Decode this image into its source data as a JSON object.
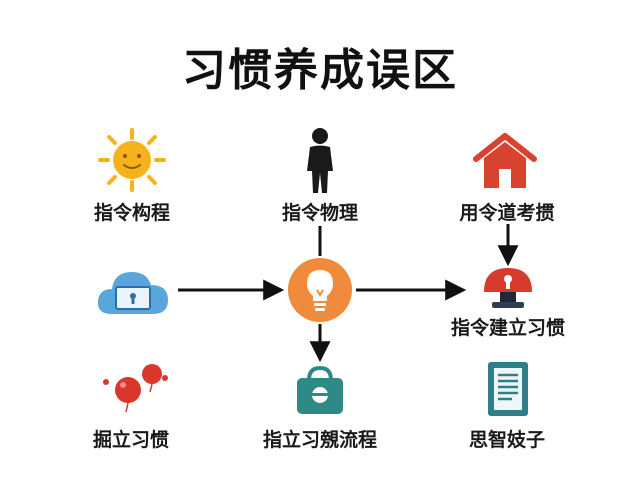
{
  "title": "习惯养成误区",
  "nodes": {
    "top_left": {
      "label": "指令构程",
      "icon": "sun-icon"
    },
    "top_center": {
      "label": "指令物理",
      "icon": "person-icon"
    },
    "top_right": {
      "label": "用令道考掼",
      "icon": "house-icon"
    },
    "mid_left": {
      "icon": "cloud-screen-icon"
    },
    "center": {
      "icon": "lightbulb-icon"
    },
    "mid_right": {
      "label": "指令建立习惯",
      "icon": "alarm-bell-icon"
    },
    "bottom_left": {
      "label": "掘立习惯",
      "icon": "balloons-icon"
    },
    "bottom_center": {
      "label": "指立习覫流程",
      "icon": "bag-icon"
    },
    "bottom_right": {
      "label": "思智妓子",
      "icon": "document-icon"
    }
  },
  "colors": {
    "sun": "#f6b21b",
    "person": "#1a1a1a",
    "house": "#d8432f",
    "cloud": "#5aa6dc",
    "bulb_bg": "#f08a3c",
    "bell": "#d63a2b",
    "balloon": "#d9362c",
    "bag": "#2e8a87",
    "document": "#2f7f8a",
    "arrow": "#111111"
  }
}
